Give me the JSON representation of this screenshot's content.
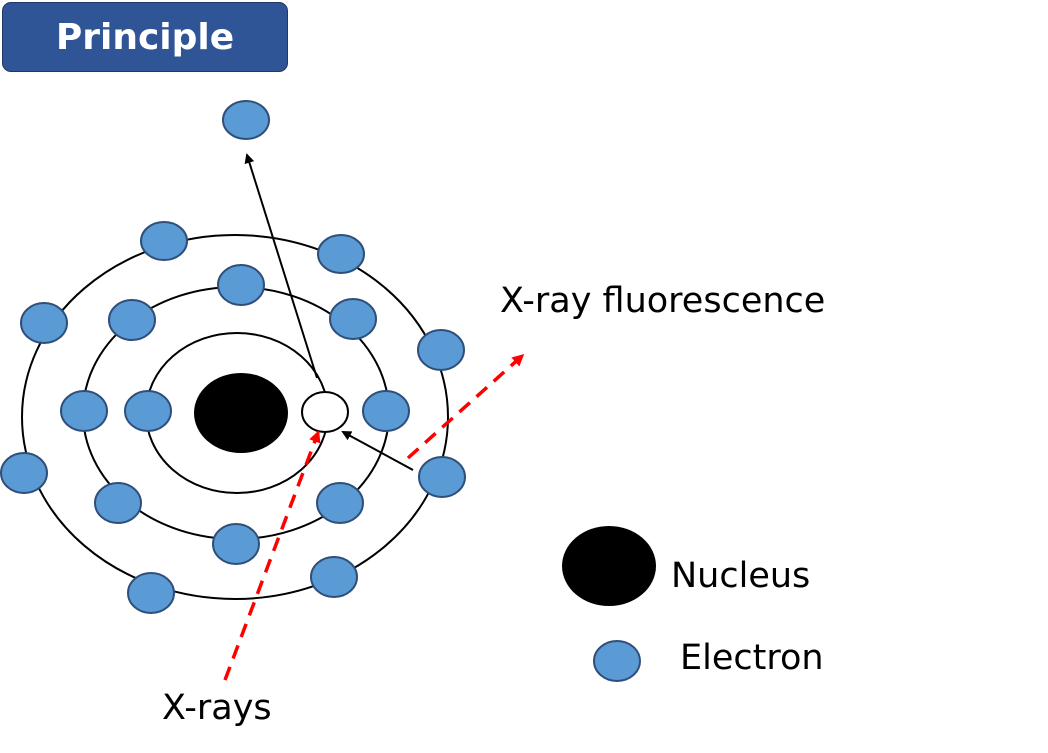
{
  "title": "Principle",
  "labels": {
    "fluorescence": "X-ray fluorescence",
    "xrays": "X-rays"
  },
  "legend": {
    "nucleus": "Nucleus",
    "electron": "Electron"
  },
  "colors": {
    "title_bg": "#2f5597",
    "electron_fill": "#5b9bd5",
    "electron_stroke": "#2f4f7a",
    "nucleus": "#000000",
    "xray_arrow": "#ff0000",
    "orbit": "#000000"
  }
}
